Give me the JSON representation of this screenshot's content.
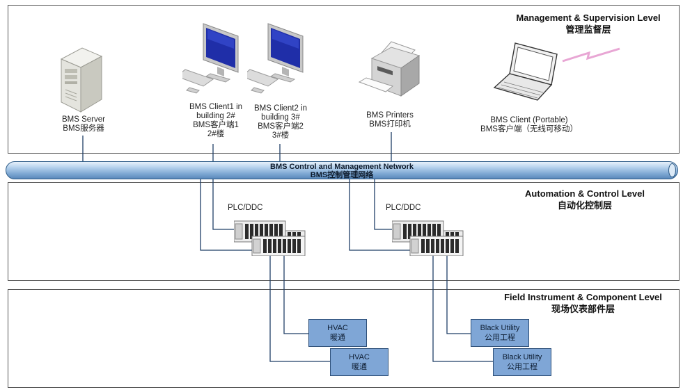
{
  "levels": {
    "management": {
      "title_en": "Management & Supervision Level",
      "title_zh": "管理监督层"
    },
    "automation": {
      "title_en": "Automation & Control Level",
      "title_zh": "自动化控制层"
    },
    "field": {
      "title_en": "Field Instrument & Component Level",
      "title_zh": "现场仪表部件层"
    }
  },
  "network": {
    "title_en": "BMS Control and Management Network",
    "title_zh": "BMS控制管理网络"
  },
  "devices": {
    "server": {
      "line1": "BMS Server",
      "line2": "BMS服务器"
    },
    "client1": {
      "line1": "BMS Client1 in",
      "line2": "building 2#",
      "line3": "BMS客户端1",
      "line4": "2#楼"
    },
    "client2": {
      "line1": "BMS Client2 in",
      "line2": "building 3#",
      "line3": "BMS客户端2",
      "line4": "3#楼"
    },
    "printers": {
      "line1": "BMS Printers",
      "line2": "BMS打印机"
    },
    "portable": {
      "line1": "BMS Client (Portable)",
      "line2": "BMS客户端（无线可移动）"
    }
  },
  "controllers": [
    {
      "label": "PLC/DDC"
    },
    {
      "label": "PLC/DDC"
    }
  ],
  "field_devices": [
    {
      "line1": "HVAC",
      "line2": "暖通"
    },
    {
      "line1": "HVAC",
      "line2": "暖通"
    },
    {
      "line1": "Black Utility",
      "line2": "公用工程"
    },
    {
      "line1": "Black Utility",
      "line2": "公用工程"
    }
  ],
  "colors": {
    "bus": "#7fa9d3",
    "field_box": "#7fa6d6",
    "wire": "#1f3e66"
  }
}
